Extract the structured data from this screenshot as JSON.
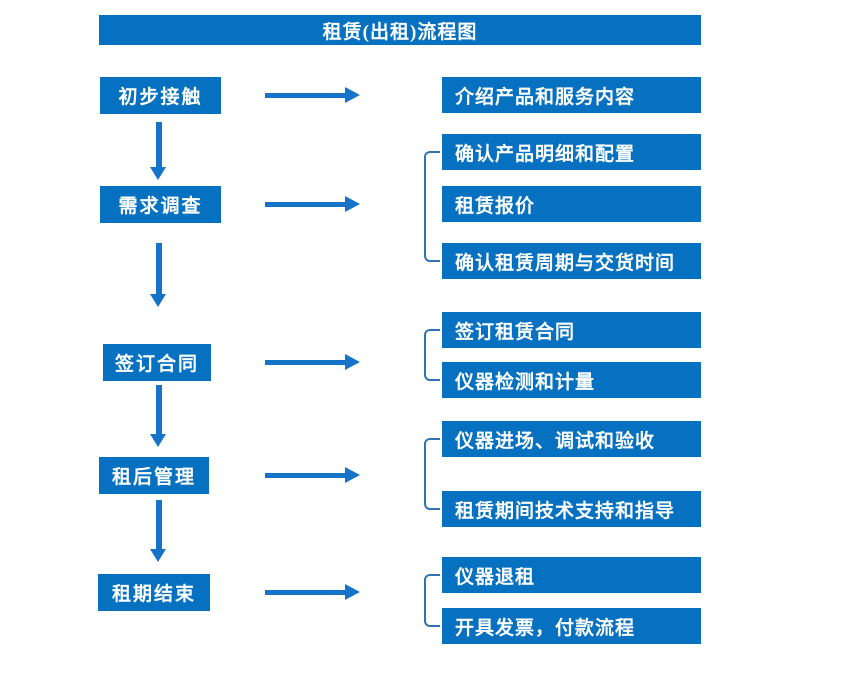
{
  "title": "租赁(出租)流程图",
  "flow": {
    "steps": [
      {
        "label": "初步接触"
      },
      {
        "label": "需求调查"
      },
      {
        "label": "签订合同"
      },
      {
        "label": "租后管理"
      },
      {
        "label": "租期结束"
      }
    ],
    "details": [
      {
        "label": "介绍产品和服务内容"
      },
      {
        "label": "确认产品明细和配置"
      },
      {
        "label": "租赁报价"
      },
      {
        "label": "确认租赁周期与交货时间"
      },
      {
        "label": "签订租赁合同"
      },
      {
        "label": "仪器检测和计量"
      },
      {
        "label": "仪器进场、调试和验收"
      },
      {
        "label": "租赁期间技术支持和指导"
      },
      {
        "label": "仪器退租"
      },
      {
        "label": "开具发票，付款流程"
      }
    ]
  },
  "colors": {
    "box_blue": "#0771C1",
    "arrow_blue": "#1574C7",
    "bracket_blue": "#2E74B5",
    "text": "#FFFFFF",
    "background": "#FFFFFF"
  }
}
